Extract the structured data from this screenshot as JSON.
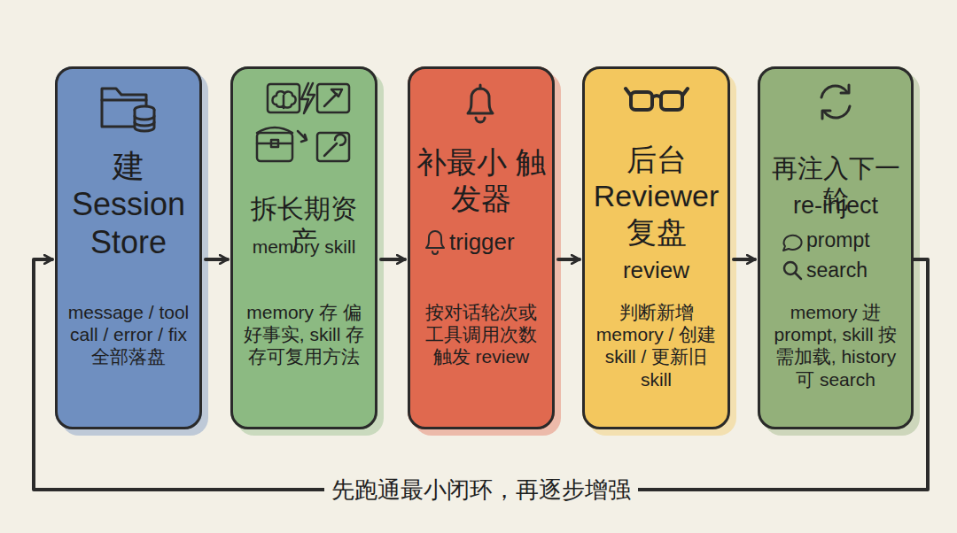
{
  "diagram": {
    "nodes": [
      {
        "text": [
          "建 Session Store",
          "message / tool call / error / fix 全部落盘"
        ]
      },
      {
        "text": [
          "拆长期资产",
          "memory   skill",
          "memory 存 偏好事实, skill 存 存可复用方法"
        ]
      },
      {
        "text": [
          "补最小 触发器",
          "trigger",
          "按对话轮次或 工具调用次数 触发 review"
        ]
      },
      {
        "text": [
          "后台 Reviewer 复盘",
          "review",
          "判断新增 memory / 创建 skill / 更新旧 skill"
        ]
      },
      {
        "text": [
          "再注入下一轮",
          "re-inject",
          "prompt",
          "search",
          "memory 进 prompt, skill 按需加载, history 可 search"
        ]
      }
    ],
    "edges": [
      {
        "from": 0,
        "to": 1,
        "arrow": "to"
      },
      {
        "from": 1,
        "to": 2,
        "arrow": "to"
      },
      {
        "from": 2,
        "to": 3,
        "arrow": "to"
      },
      {
        "from": 3,
        "to": 4,
        "arrow": "to"
      },
      {
        "from": 4,
        "to": 0,
        "arrow": "to",
        "label": "先跑通最小闭环，再逐步增强"
      }
    ]
  }
}
